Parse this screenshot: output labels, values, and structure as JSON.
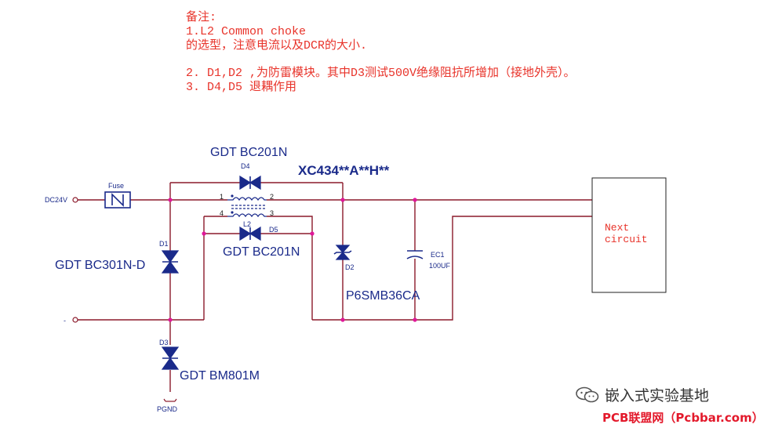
{
  "notes": {
    "title": "备注:",
    "line1": "1.L2 Common choke",
    "line2": "的选型，注意电流以及DCR的大小.",
    "line3": "2. D1,D2 ,为防雷模块。其中D3测试500V绝缘阻抗所增加（接地外壳）。",
    "line4": "3. D4,D5 退耦作用"
  },
  "labels": {
    "d4_part": "GDT BC201N",
    "d4_ref": "D4",
    "xc": "XC434**A**H**",
    "dc24v": "DC24V",
    "fuse": "Fuse",
    "minus": "-",
    "d1_ref": "D1",
    "d1_part": "GDT BC301N-D",
    "l2_ref": "L2",
    "d5_ref": "D5",
    "d5_part": "GDT BC201N",
    "d2_ref": "D2",
    "d2_part": "P6SMB36CA",
    "ec1_ref": "EC1",
    "ec1_val": "100UF",
    "d3_ref": "D3",
    "d3_part": "GDT BM801M",
    "pgnd": "PGND",
    "pin1": "1",
    "pin2": "2",
    "pin3": "3",
    "pin4": "4",
    "next_line1": "Next",
    "next_line2": "circuit"
  },
  "watermark": {
    "text": "嵌入式实验基地",
    "icon": "wechat-icon",
    "site": "PCB联盟网（Pcbbar.com）"
  },
  "colors": {
    "wire": "#8b1a2b",
    "component": "#1a2a8a",
    "junction": "#e0189a",
    "note_text": "#e8332a",
    "site_text": "#e3192b"
  }
}
